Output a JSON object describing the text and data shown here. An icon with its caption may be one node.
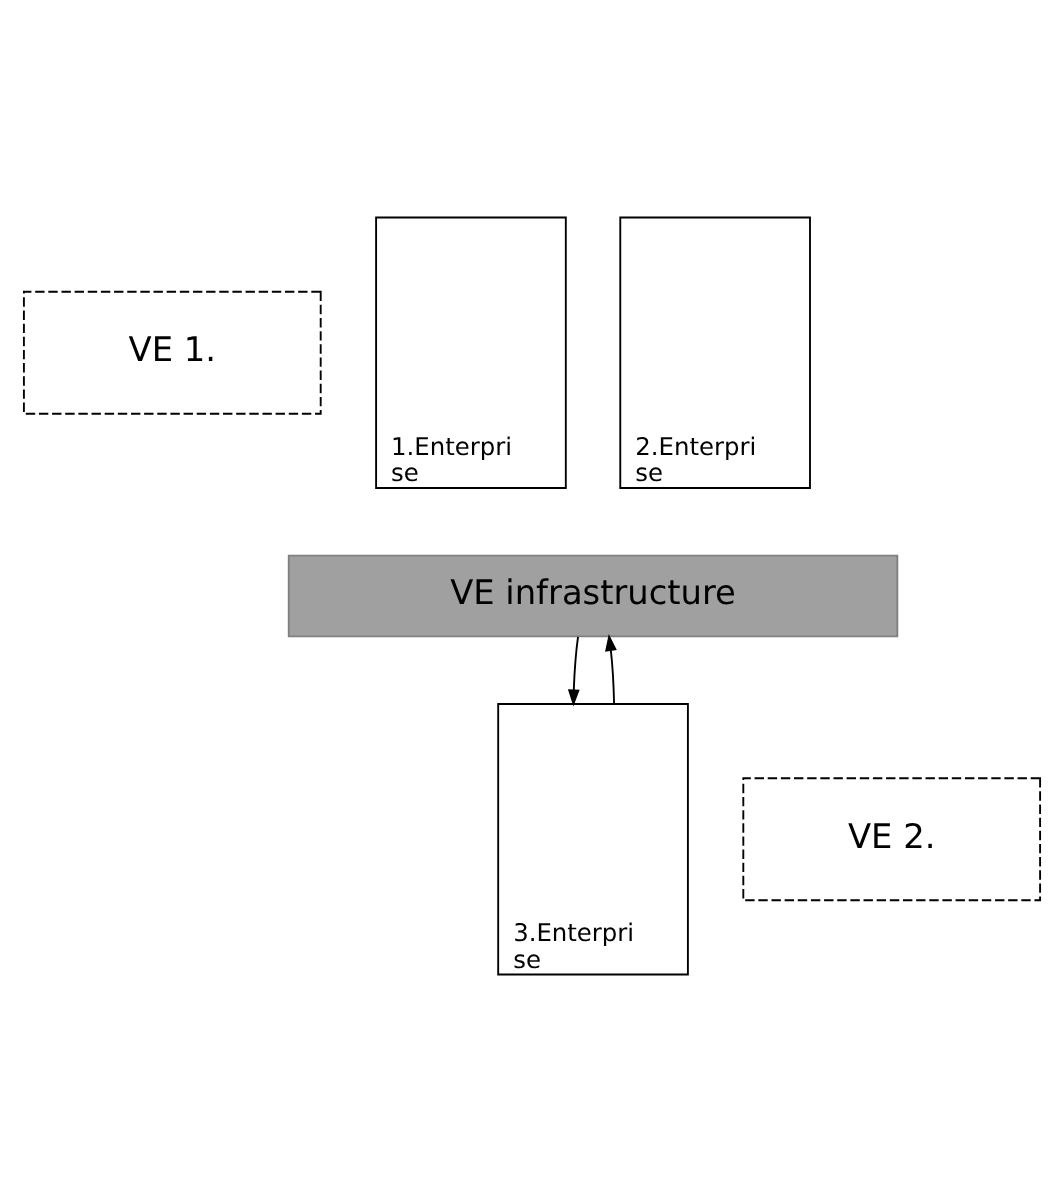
{
  "diagram": {
    "nodes": [
      {
        "text": [
          "VE 1."
        ]
      },
      {
        "text": [
          "1.Enterpri se"
        ]
      },
      {
        "text": [
          "2.Enterpri se"
        ]
      },
      {
        "text": [
          "VE infrastructure"
        ]
      },
      {
        "text": [
          "VE 2."
        ]
      },
      {
        "text": [
          "3.Enterpri se"
        ]
      }
    ],
    "edges": [
      {
        "from": 5,
        "to": 3,
        "arrow": "to"
      },
      {
        "from": 3,
        "to": 5,
        "arrow": "to"
      }
    ]
  }
}
